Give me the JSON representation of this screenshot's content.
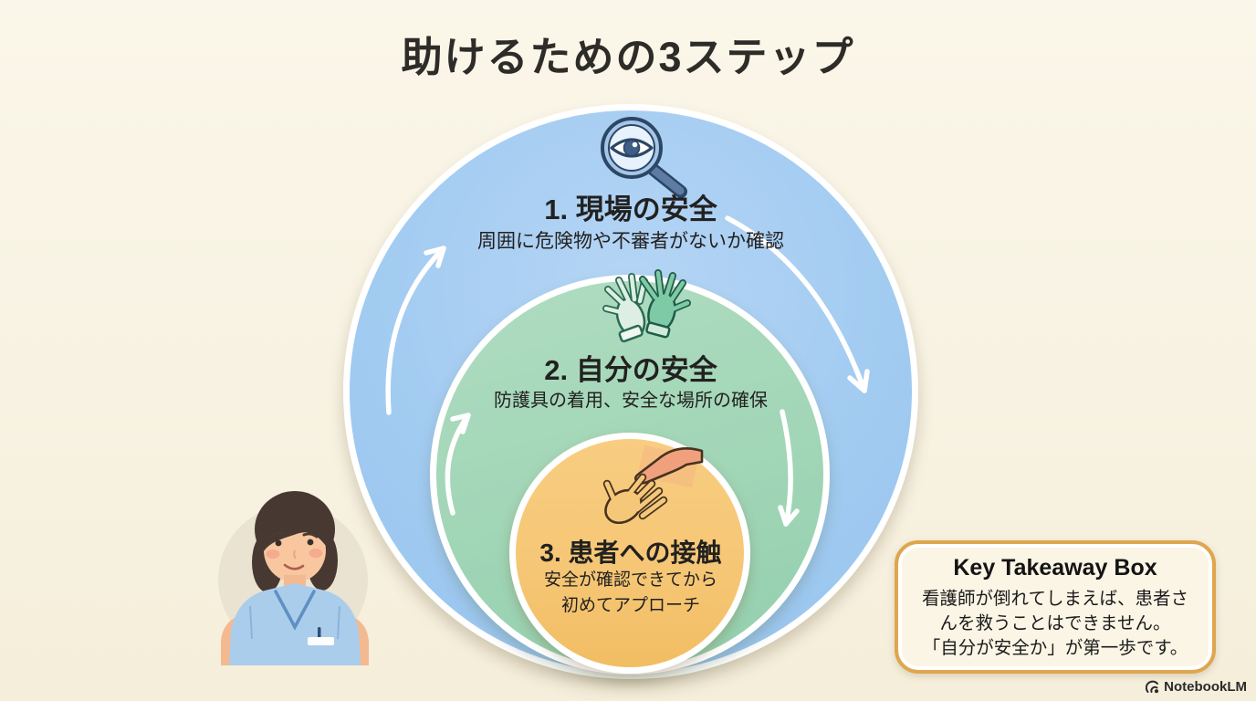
{
  "page": {
    "background_color": "#f8f3e5",
    "text_color": "#222120"
  },
  "title": "助けるための3ステップ",
  "diagram": {
    "type": "concentric-steps-cycle",
    "steps": [
      {
        "number": 1,
        "title": "1. 現場の安全",
        "subtitle": "周囲に危険物や不審者がないか確認",
        "icon": "magnifier-eye-icon",
        "circle_color": "#a2cbf1"
      },
      {
        "number": 2,
        "title": "2. 自分の安全",
        "subtitle": "防護具の着用、安全な場所の確保",
        "icon": "gloves-icon",
        "circle_color": "#a2d6b7"
      },
      {
        "number": 3,
        "title": "3. 患者への接触",
        "subtitle_line1": "安全が確認できてから",
        "subtitle_line2": "初めてアプローチ",
        "icon": "helping-hands-icon",
        "circle_color": "#f5c674"
      }
    ],
    "arrow_color": "#ffffff"
  },
  "takeaway": {
    "title": "Key Takeaway Box",
    "lines": [
      "看護師が倒れてしまえば、患者さ",
      "んを救うことはできません。",
      "「自分が安全か」が第一歩です。"
    ],
    "border_color": "#dfa64e"
  },
  "illustration": {
    "name": "nurse-illustration"
  },
  "watermark": {
    "label": "NotebookLM",
    "icon": "notebooklm-logo-icon"
  }
}
